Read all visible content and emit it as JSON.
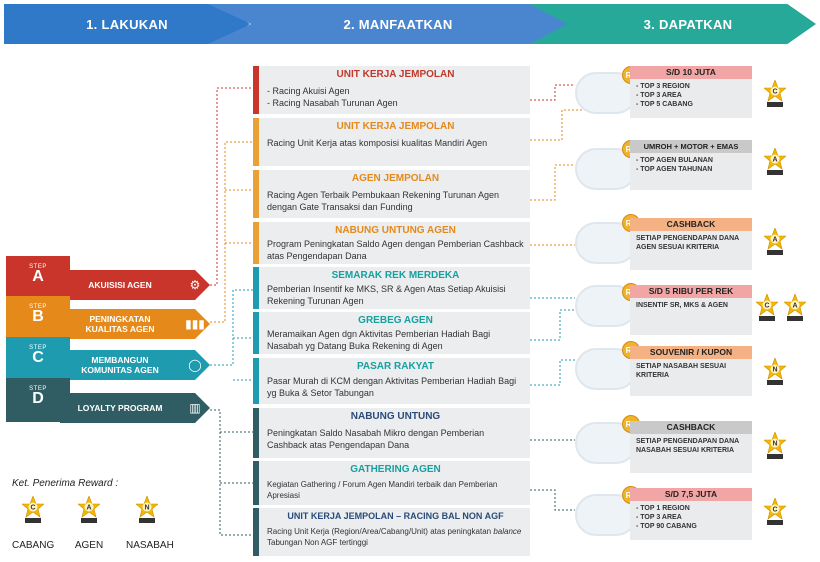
{
  "header": {
    "step1": "1. LAKUKAN",
    "step2": "2. MANFAATKAN",
    "step3": "3. DAPATKAN"
  },
  "steps": [
    {
      "step": "STEP",
      "letter": "A",
      "label": "AKUISISI AGEN",
      "color": "#c9342b"
    },
    {
      "step": "STEP",
      "letter": "B",
      "label": "PENINGKATAN\nKUALITAS AGEN",
      "color": "#e58a1a"
    },
    {
      "step": "STEP",
      "letter": "C",
      "label": "MEMBANGUN\nKOMUNITAS AGEN",
      "color": "#1f9bb0"
    },
    {
      "step": "STEP",
      "letter": "D",
      "label": "LOYALTY PROGRAM",
      "color": "#2f5d63"
    }
  ],
  "programs": [
    {
      "title": "UNIT KERJA JEMPOLAN",
      "text": "- Racing Akuisi Agen\n- Racing Nasabah Turunan Agen"
    },
    {
      "title": "UNIT KERJA JEMPOLAN",
      "text": "Racing Unit Kerja atas komposisi kualitas Mandiri Agen"
    },
    {
      "title": "AGEN JEMPOLAN",
      "text": "Racing Agen Terbaik Pembukaan Rekening Turunan Agen dengan Gate Transaksi dan Funding"
    },
    {
      "title": "NABUNG UNTUNG AGEN",
      "text": "Program Peningkatan Saldo Agen dengan Pemberian Cashback atas Pengendapan Dana"
    },
    {
      "title": "SEMARAK REK MERDEKA",
      "text": "Pemberian Insentif ke MKS, SR & Agen Atas Setiap Akuisisi Rekening Turunan Agen"
    },
    {
      "title": "GREBEG AGEN",
      "text": "Meramaikan Agen dgn Aktivitas Pemberian Hadiah Bagi Nasabah yg Datang Buka Rekening di Agen"
    },
    {
      "title": "PASAR RAKYAT",
      "text": "Pasar Murah di KCM dengan Aktivitas Pemberian Hadiah Bagi yg Buka & Setor Tabungan"
    },
    {
      "title": "NABUNG UNTUNG",
      "text": "Peningkatan Saldo Nasabah Mikro dengan Pemberian Cashback atas Pengendapan Dana"
    },
    {
      "title": "GATHERING AGEN",
      "text": "Kegiatan Gathering / Forum Agen Mandiri terbaik dan Pemberian Apresiasi"
    },
    {
      "title": "UNIT KERJA JEMPOLAN – RACING BAL NON AGF",
      "text_a": "Racing Unit Kerja (Region/Area/Cabang/Unit) atas peningkatan ",
      "text_b": "balance",
      "text_c": " Tabungan Non AGF tertinggi"
    }
  ],
  "rewards": [
    {
      "title": "S/D 10 JUTA",
      "text": "- TOP 3 REGION\n- TOP 3 AREA\n- TOP 5 CABANG",
      "badges": [
        "C"
      ]
    },
    {
      "title": "UMROH + MOTOR + EMAS",
      "text": "- TOP AGEN BULANAN\n- TOP AGEN TAHUNAN",
      "badges": [
        "A"
      ]
    },
    {
      "title": "CASHBACK",
      "text": "SETIAP PENGENDAPAN DANA AGEN SESUAI KRITERIA",
      "badges": [
        "A"
      ]
    },
    {
      "title": "S/D 5 RIBU PER REK",
      "text": "INSENTIF SR, MKS & AGEN",
      "badges": [
        "C",
        "A"
      ]
    },
    {
      "title": "SOUVENIR / KUPON",
      "text": "SETIAP NASABAH SESUAI KRITERIA",
      "badges": [
        "N"
      ]
    },
    {
      "title": "CASHBACK",
      "text": "SETIAP PENGENDAPAN DANA NASABAH SESUAI KRITERIA",
      "badges": [
        "N"
      ]
    },
    {
      "title": "S/D 7,5 JUTA",
      "text": "- TOP 1 REGION\n- TOP 3 AREA\n- TOP  90 CABANG",
      "badges": [
        "C"
      ]
    }
  ],
  "coin_label": "Rp",
  "legend": {
    "title": "Ket. Penerima Reward :",
    "items": [
      {
        "letter": "C",
        "label": "CABANG"
      },
      {
        "letter": "A",
        "label": "AGEN"
      },
      {
        "letter": "N",
        "label": "NASABAH"
      }
    ]
  }
}
